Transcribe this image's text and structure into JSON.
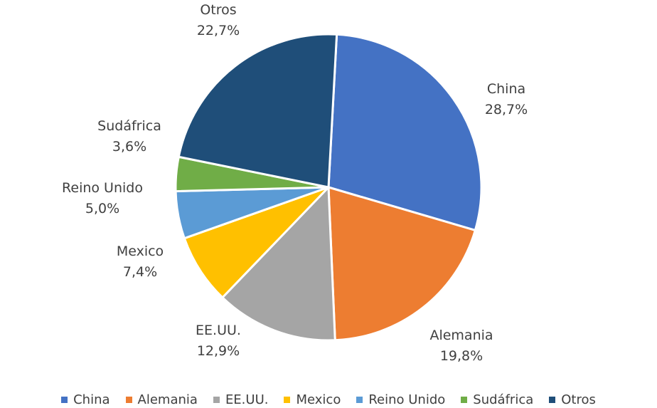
{
  "chart_data": {
    "type": "pie",
    "categories": [
      "China",
      "Alemania",
      "EE.UU.",
      "Mexico",
      "Reino Unido",
      "Sudáfrica",
      "Otros"
    ],
    "values": [
      28.7,
      19.8,
      12.9,
      7.4,
      5.0,
      3.6,
      22.7
    ],
    "value_labels": [
      "28,7%",
      "19,8%",
      "12,9%",
      "7,4%",
      "5,0%",
      "3,6%",
      "22,7%"
    ],
    "colors": [
      "#4472C4",
      "#ED7D31",
      "#A5A5A5",
      "#FFC000",
      "#5B9BD5",
      "#70AD47",
      "#1F4E79"
    ],
    "legend_position": "bottom",
    "title": ""
  }
}
